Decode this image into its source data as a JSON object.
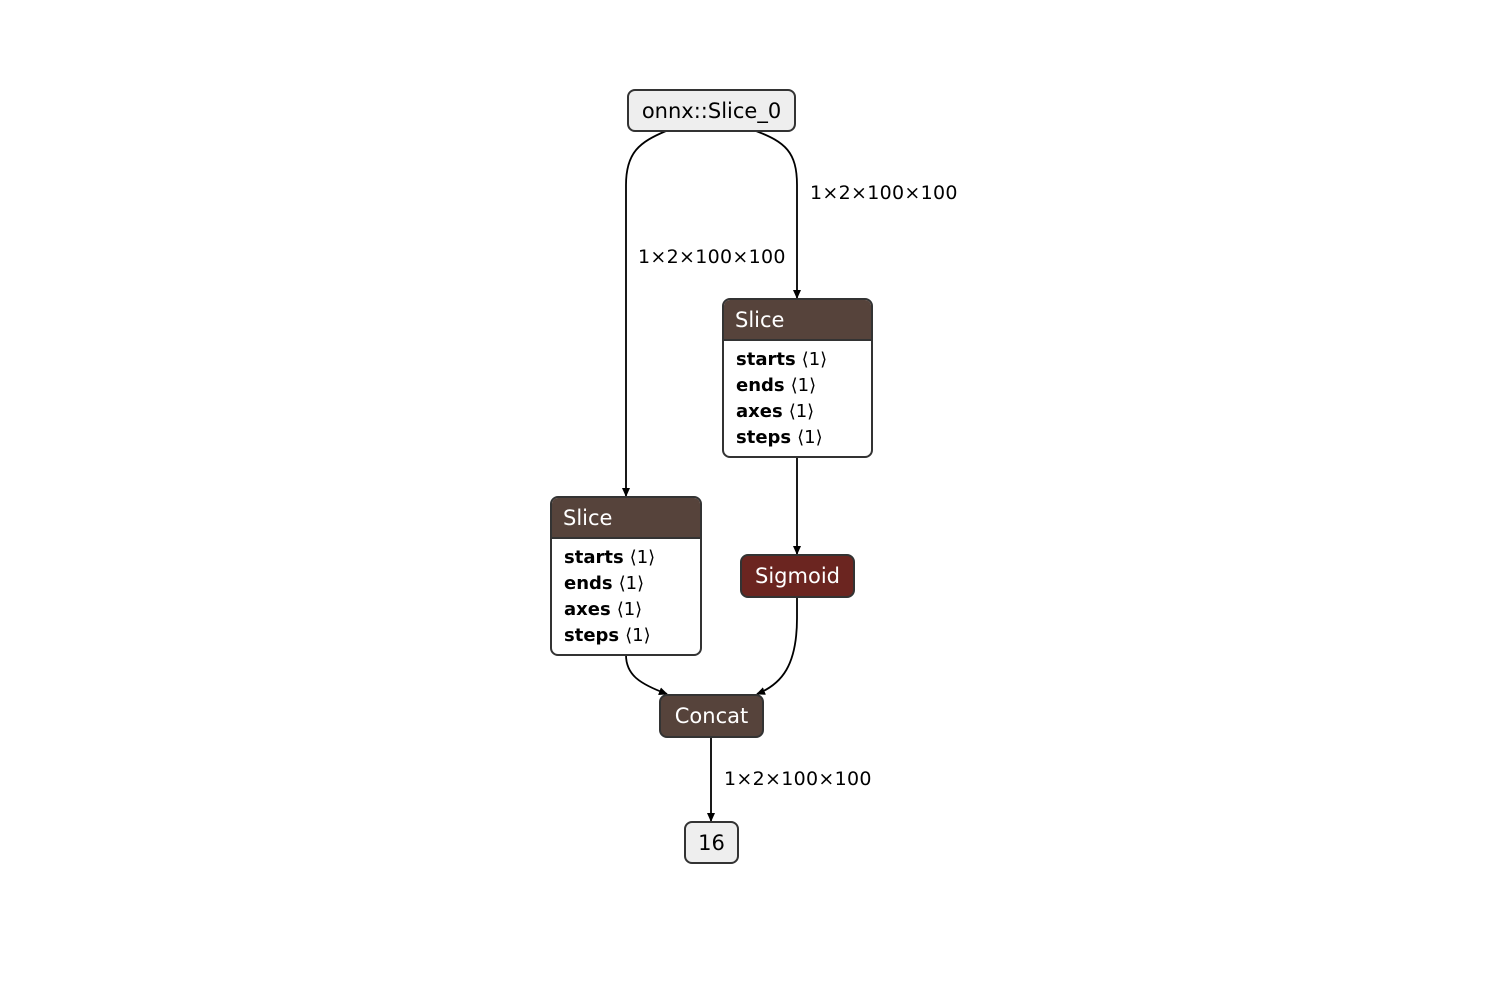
{
  "graph": {
    "input_node": {
      "label": "onnx::Slice_0"
    },
    "output_node": {
      "label": "16"
    },
    "slice_right": {
      "title": "Slice",
      "attributes": [
        {
          "name": "starts",
          "value": "⟨1⟩"
        },
        {
          "name": "ends",
          "value": "⟨1⟩"
        },
        {
          "name": "axes",
          "value": "⟨1⟩"
        },
        {
          "name": "steps",
          "value": "⟨1⟩"
        }
      ]
    },
    "slice_left": {
      "title": "Slice",
      "attributes": [
        {
          "name": "starts",
          "value": "⟨1⟩"
        },
        {
          "name": "ends",
          "value": "⟨1⟩"
        },
        {
          "name": "axes",
          "value": "⟨1⟩"
        },
        {
          "name": "steps",
          "value": "⟨1⟩"
        }
      ]
    },
    "sigmoid": {
      "title": "Sigmoid",
      "color": "#6b2520"
    },
    "concat": {
      "title": "Concat",
      "color": "#56433b"
    },
    "edge_labels": {
      "input_to_slice_right": "1×2×100×100",
      "input_to_slice_left": "1×2×100×100",
      "concat_to_output": "1×2×100×100"
    }
  },
  "colors": {
    "op_header": "#56433b",
    "activation": "#6b2520",
    "io_fill": "#eeeeee"
  }
}
